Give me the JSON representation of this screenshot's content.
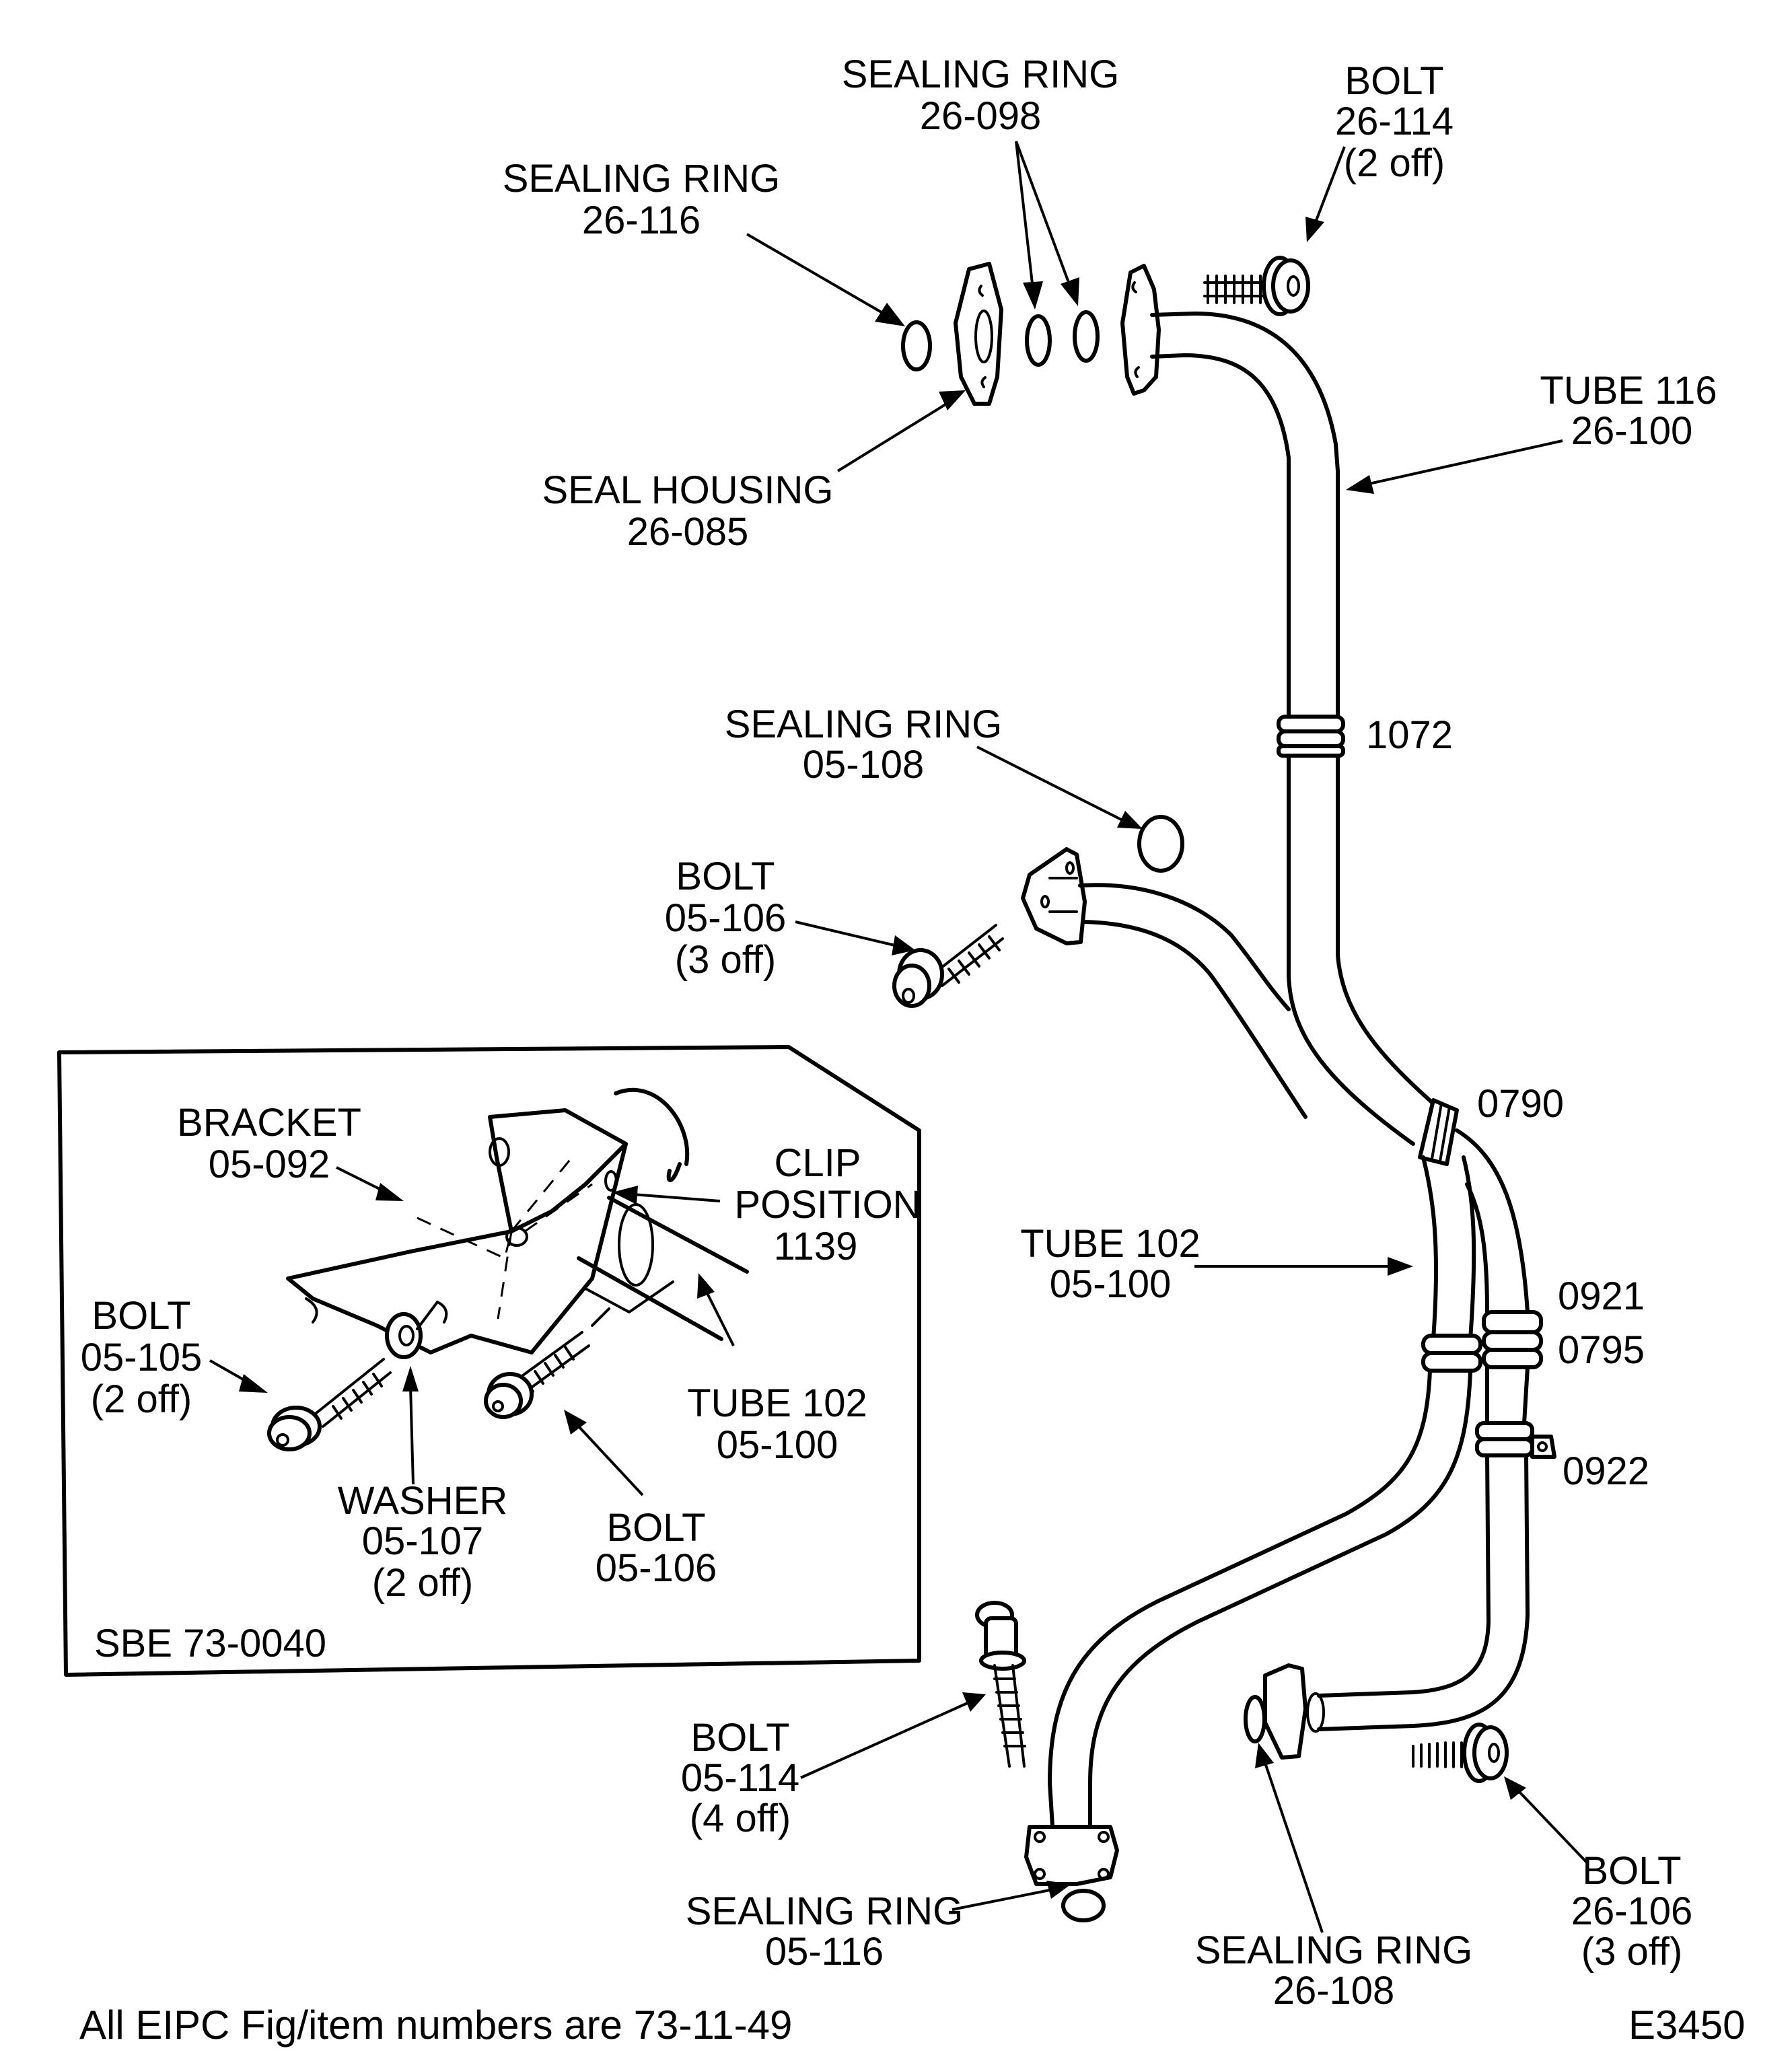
{
  "labels": {
    "sealing_ring_26_098": {
      "name": "SEALING RING",
      "part": "26-098"
    },
    "bolt_26_114": {
      "name": "BOLT",
      "part": "26-114",
      "qty": "(2 off)"
    },
    "sealing_ring_26_116": {
      "name": "SEALING RING",
      "part": "26-116"
    },
    "tube_116": {
      "name": "TUBE 116",
      "part": "26-100"
    },
    "seal_housing": {
      "name": "SEAL HOUSING",
      "part": "26-085"
    },
    "sealing_ring_05_108": {
      "name": "SEALING RING",
      "part": "05-108"
    },
    "bolt_05_106_main": {
      "name": "BOLT",
      "part": "05-106",
      "qty": "(3 off)"
    },
    "tube_102_main": {
      "name": "TUBE  102",
      "part": "05-100"
    },
    "bolt_05_114": {
      "name": "BOLT",
      "part": "05-114",
      "qty": "(4 off)"
    },
    "sealing_ring_05_116": {
      "name": "SEALING RING",
      "part": "05-116"
    },
    "sealing_ring_26_108": {
      "name": "SEALING RING",
      "part": "26-108"
    },
    "bolt_26_106": {
      "name": "BOLT",
      "part": "26-106",
      "qty": "(3 off)"
    }
  },
  "clip_positions": {
    "p1072": "1072",
    "p0790": "0790",
    "p0921": "0921",
    "p0795": "0795",
    "p0922": "0922"
  },
  "inset": {
    "bracket": {
      "name": "BRACKET",
      "part": "05-092"
    },
    "clip_position": {
      "line1": "CLIP",
      "line2": "POSITION",
      "value": "1139"
    },
    "bolt_05_105": {
      "name": "BOLT",
      "part": "05-105",
      "qty": "(2 off)"
    },
    "washer": {
      "name": "WASHER",
      "part": "05-107",
      "qty": "(2 off)"
    },
    "bolt_05_106": {
      "name": "BOLT",
      "part": "05-106"
    },
    "tube_102": {
      "name": "TUBE  102",
      "part": "05-100"
    },
    "reference": "SBE 73-0040"
  },
  "footer": {
    "note": "All EIPC Fig/item numbers are 73-11-49",
    "figure_id": "E3450"
  }
}
